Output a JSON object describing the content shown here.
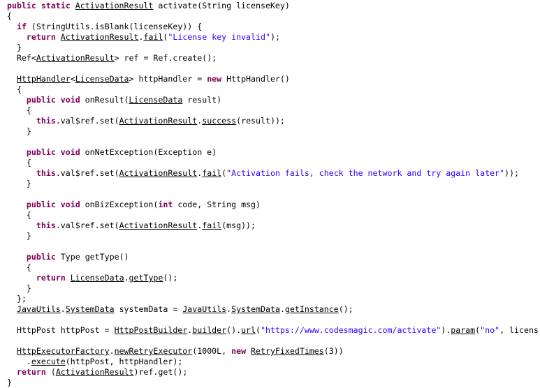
{
  "colors": {
    "keyword": "#7f0055",
    "string": "#2a00ff",
    "text": "#000000",
    "background": "#ffffff"
  },
  "code": {
    "lines": [
      [
        [
          "kw",
          "public static "
        ],
        [
          "u",
          "ActivationResult"
        ],
        [
          "",
          "  activate(String licenseKey)"
        ]
      ],
      [
        [
          "",
          "{"
        ]
      ],
      [
        [
          "",
          "  "
        ],
        [
          "kw",
          "if"
        ],
        [
          "",
          "  (StringUtils.isBlank(licenseKey)) {"
        ]
      ],
      [
        [
          "",
          "    "
        ],
        [
          "kw",
          "return"
        ],
        [
          "",
          " "
        ],
        [
          "u",
          "ActivationResult"
        ],
        [
          "",
          "."
        ],
        [
          "u",
          "fail"
        ],
        [
          "",
          "("
        ],
        [
          "str",
          "\"License key invalid\""
        ],
        [
          "",
          ");"
        ]
      ],
      [
        [
          "",
          "  }"
        ]
      ],
      [
        [
          "",
          "  Ref<"
        ],
        [
          "u",
          "ActivationResult"
        ],
        [
          "",
          "> ref = Ref.create();"
        ]
      ],
      [],
      [
        [
          "",
          "  "
        ],
        [
          "u",
          "HttpHandler"
        ],
        [
          "",
          "<"
        ],
        [
          "u",
          "LicenseData"
        ],
        [
          "",
          "> httpHandler = "
        ],
        [
          "kw",
          "new"
        ],
        [
          "",
          " HttpHandler()"
        ]
      ],
      [
        [
          "",
          "  {"
        ]
      ],
      [
        [
          "",
          "    "
        ],
        [
          "kw",
          "public void"
        ],
        [
          "",
          " onResult("
        ],
        [
          "u",
          "LicenseData"
        ],
        [
          "",
          " result)"
        ]
      ],
      [
        [
          "",
          "    {"
        ]
      ],
      [
        [
          "",
          "      "
        ],
        [
          "kw",
          "this"
        ],
        [
          "",
          ".val$ref.set("
        ],
        [
          "u",
          "ActivationResult"
        ],
        [
          "",
          "."
        ],
        [
          "u",
          "success"
        ],
        [
          "",
          "(result));"
        ]
      ],
      [
        [
          "",
          "    }"
        ]
      ],
      [],
      [
        [
          "",
          "    "
        ],
        [
          "kw",
          "public void"
        ],
        [
          "",
          " onNetException(Exception e)"
        ]
      ],
      [
        [
          "",
          "    {"
        ]
      ],
      [
        [
          "",
          "      "
        ],
        [
          "kw",
          "this"
        ],
        [
          "",
          ".val$ref.set("
        ],
        [
          "u",
          "ActivationResult"
        ],
        [
          "",
          "."
        ],
        [
          "u",
          "fail"
        ],
        [
          "",
          "("
        ],
        [
          "str",
          "\"Activation fails, check the network and try again later\""
        ],
        [
          "",
          "));"
        ]
      ],
      [
        [
          "",
          "    }"
        ]
      ],
      [],
      [
        [
          "",
          "    "
        ],
        [
          "kw",
          "public void"
        ],
        [
          "",
          " onBizException("
        ],
        [
          "kw",
          "int"
        ],
        [
          "",
          " code, String msg)"
        ]
      ],
      [
        [
          "",
          "    {"
        ]
      ],
      [
        [
          "",
          "      "
        ],
        [
          "kw",
          "this"
        ],
        [
          "",
          ".val$ref.set("
        ],
        [
          "u",
          "ActivationResult"
        ],
        [
          "",
          "."
        ],
        [
          "u",
          "fail"
        ],
        [
          "",
          "(msg));"
        ]
      ],
      [
        [
          "",
          "    }"
        ]
      ],
      [],
      [
        [
          "",
          "    "
        ],
        [
          "kw",
          "public"
        ],
        [
          "",
          " Type getType()"
        ]
      ],
      [
        [
          "",
          "    {"
        ]
      ],
      [
        [
          "",
          "      "
        ],
        [
          "kw",
          "return"
        ],
        [
          "",
          " "
        ],
        [
          "u",
          "LicenseData"
        ],
        [
          "",
          "."
        ],
        [
          "u",
          "getType"
        ],
        [
          "",
          "();"
        ]
      ],
      [
        [
          "",
          "    }"
        ]
      ],
      [
        [
          "",
          "  };"
        ]
      ],
      [
        [
          "",
          "  "
        ],
        [
          "u",
          "JavaUtils"
        ],
        [
          "",
          "."
        ],
        [
          "u",
          "SystemData"
        ],
        [
          "",
          " systemData = "
        ],
        [
          "u",
          "JavaUtils"
        ],
        [
          "",
          "."
        ],
        [
          "u",
          "SystemData"
        ],
        [
          "",
          "."
        ],
        [
          "u",
          "getInstance"
        ],
        [
          "",
          "();"
        ]
      ],
      [],
      [
        [
          "",
          "  HttpPost httpPost = "
        ],
        [
          "u",
          "HttpPostBuilder"
        ],
        [
          "",
          "."
        ],
        [
          "u",
          "builder"
        ],
        [
          "",
          "()."
        ],
        [
          "u",
          "url"
        ],
        [
          "",
          "("
        ],
        [
          "str",
          "\"https://www.codesmagic.com/activate\""
        ],
        [
          "",
          ")."
        ],
        [
          "u",
          "param"
        ],
        [
          "",
          "("
        ],
        [
          "str",
          "\"no\""
        ],
        [
          "",
          ", licens"
        ]
      ],
      [],
      [
        [
          "",
          "  "
        ],
        [
          "u",
          "HttpExecutorFactory"
        ],
        [
          "",
          "."
        ],
        [
          "u",
          "newRetryExecutor"
        ],
        [
          "",
          "(1000L, "
        ],
        [
          "kw",
          "new"
        ],
        [
          "",
          " "
        ],
        [
          "u",
          "RetryFixedTimes"
        ],
        [
          "",
          "(3))"
        ]
      ],
      [
        [
          "",
          "    ."
        ],
        [
          "u",
          "execute"
        ],
        [
          "",
          "(httpPost, httpHandler);"
        ]
      ],
      [
        [
          "",
          "  "
        ],
        [
          "kw",
          "return"
        ],
        [
          "",
          " ("
        ],
        [
          "u",
          "ActivationResult"
        ],
        [
          "",
          ")ref.get();"
        ]
      ],
      [
        [
          "",
          "}"
        ]
      ]
    ]
  }
}
